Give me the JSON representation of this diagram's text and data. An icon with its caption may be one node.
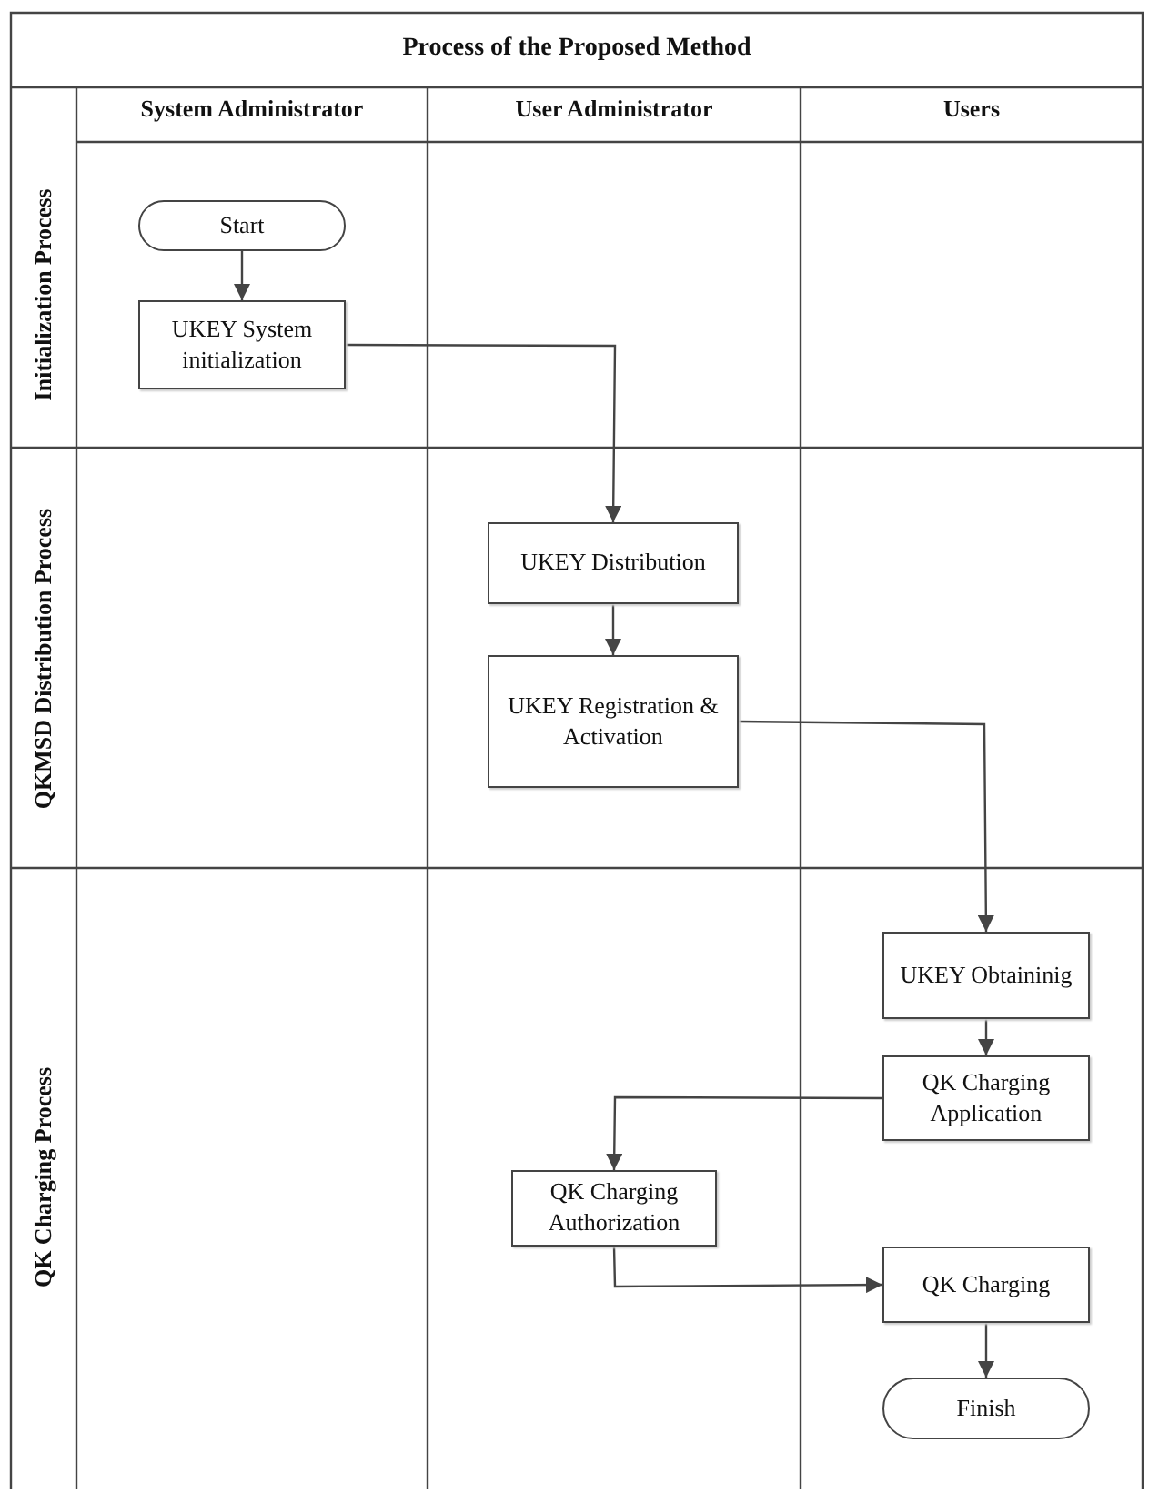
{
  "diagram": {
    "title": "Process of the Proposed Method",
    "nodes": [
      {
        "text": [
          "Start"
        ]
      },
      {
        "text": [
          "UKEY System initialization"
        ]
      },
      {
        "text": [
          "UKEY Distribution"
        ]
      },
      {
        "text": [
          "UKEY Registration & Activation"
        ]
      },
      {
        "text": [
          "UKEY Obtaininig"
        ]
      },
      {
        "text": [
          "QK Charging Application"
        ]
      },
      {
        "text": [
          "QK Charging Authorization"
        ]
      },
      {
        "text": [
          "QK Charging"
        ]
      },
      {
        "text": [
          "Finish"
        ]
      }
    ],
    "edges": [
      {
        "from": 0,
        "to": 1,
        "arrow": "to"
      },
      {
        "from": 1,
        "to": 2,
        "arrow": "to"
      },
      {
        "from": 2,
        "to": 3,
        "arrow": "to"
      },
      {
        "from": 3,
        "to": 4,
        "arrow": "to"
      },
      {
        "from": 4,
        "to": 5,
        "arrow": "to"
      },
      {
        "from": 5,
        "to": 6,
        "arrow": "to"
      },
      {
        "from": 6,
        "to": 7,
        "arrow": "to"
      },
      {
        "from": 7,
        "to": 8,
        "arrow": "to"
      }
    ],
    "labels": [
      "System Administrator",
      "User Administrator",
      "Users",
      "Initialization Process",
      "QKMSD Distribution Process",
      "QK Charging Process"
    ]
  }
}
